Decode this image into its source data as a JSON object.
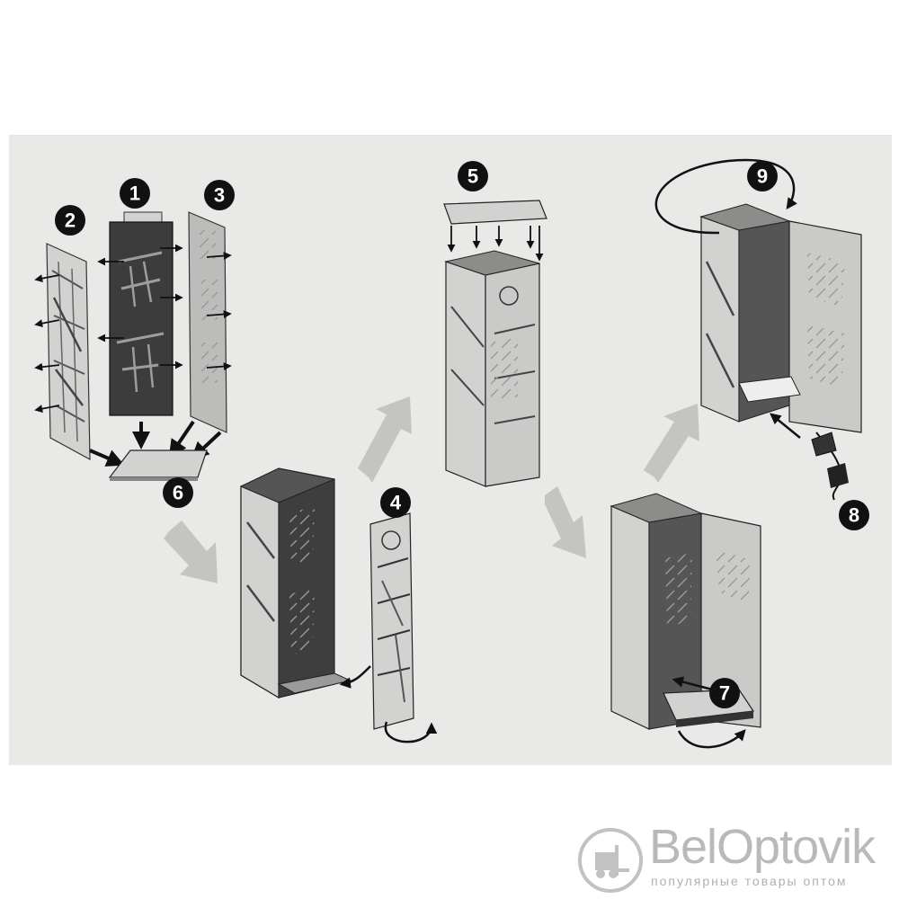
{
  "diagram": {
    "steps": [
      "1",
      "2",
      "3",
      "4",
      "5",
      "6",
      "7",
      "8",
      "9"
    ]
  },
  "watermark": {
    "brand": "BelOptovik",
    "tagline": "популярные товары оптом"
  },
  "colors": {
    "sheet": "#e9e9e7",
    "panel_light": "#d2d2d0",
    "panel_dark": "#3c3c3c",
    "flow_arrow": "#c4c4c2",
    "badge": "#111111"
  }
}
